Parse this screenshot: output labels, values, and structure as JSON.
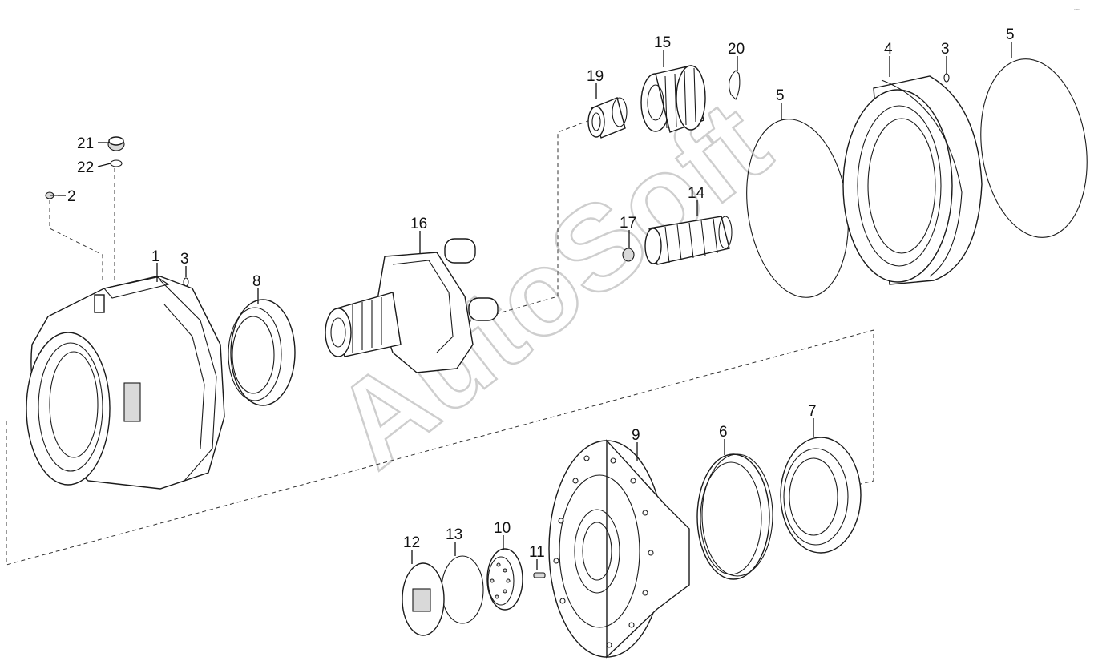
{
  "callouts": [
    {
      "id": "c1",
      "label": "1"
    },
    {
      "id": "c2",
      "label": "2"
    },
    {
      "id": "c3a",
      "label": "3"
    },
    {
      "id": "c3b",
      "label": "3"
    },
    {
      "id": "c4",
      "label": "4"
    },
    {
      "id": "c5a",
      "label": "5"
    },
    {
      "id": "c5b",
      "label": "5"
    },
    {
      "id": "c6",
      "label": "6"
    },
    {
      "id": "c7",
      "label": "7"
    },
    {
      "id": "c8",
      "label": "8"
    },
    {
      "id": "c9",
      "label": "9"
    },
    {
      "id": "c10",
      "label": "10"
    },
    {
      "id": "c11",
      "label": "11"
    },
    {
      "id": "c12",
      "label": "12"
    },
    {
      "id": "c13",
      "label": "13"
    },
    {
      "id": "c14",
      "label": "14"
    },
    {
      "id": "c15",
      "label": "15"
    },
    {
      "id": "c16",
      "label": "16"
    },
    {
      "id": "c17",
      "label": "17"
    },
    {
      "id": "c19",
      "label": "19"
    },
    {
      "id": "c20",
      "label": "20"
    },
    {
      "id": "c21",
      "label": "21"
    },
    {
      "id": "c22",
      "label": "22"
    }
  ],
  "watermark": "AutoSoft",
  "corner_mark": "▫▫▫",
  "colors": {
    "line": "#1a1a1a",
    "watermark": "#c9c9c9",
    "background": "#ffffff"
  }
}
